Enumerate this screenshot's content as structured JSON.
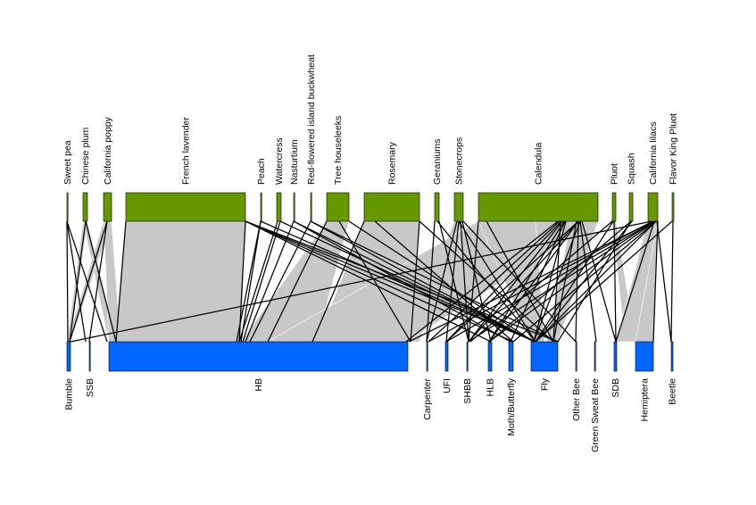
{
  "colors": {
    "top_bar": "#669900",
    "bottom_bar": "#0066FF",
    "band": "#C8C8C8",
    "edge": "#000000"
  },
  "plants": [
    "Sweet pea",
    "Chinese plum",
    "California poppy",
    "French lavender",
    "Peach",
    "Watercress",
    "Nasturtium",
    "Red-flowered island buckwheat",
    "Tree houseleeks",
    "Rosemary",
    "Geraniums",
    "Stonecrops",
    "Calendula",
    "Pluot",
    "Squash",
    "California lilacs",
    "Flavor King Pluot"
  ],
  "pollinators": [
    "Bumble",
    "SSB",
    "HB",
    "Carpenter",
    "UFI",
    "SHBB",
    "HLB",
    "Moth/Butterfly",
    "Fly",
    "Other Bee",
    "Green Sweat Bee",
    "SDB",
    "Hemiptera",
    "Beetle"
  ]
}
